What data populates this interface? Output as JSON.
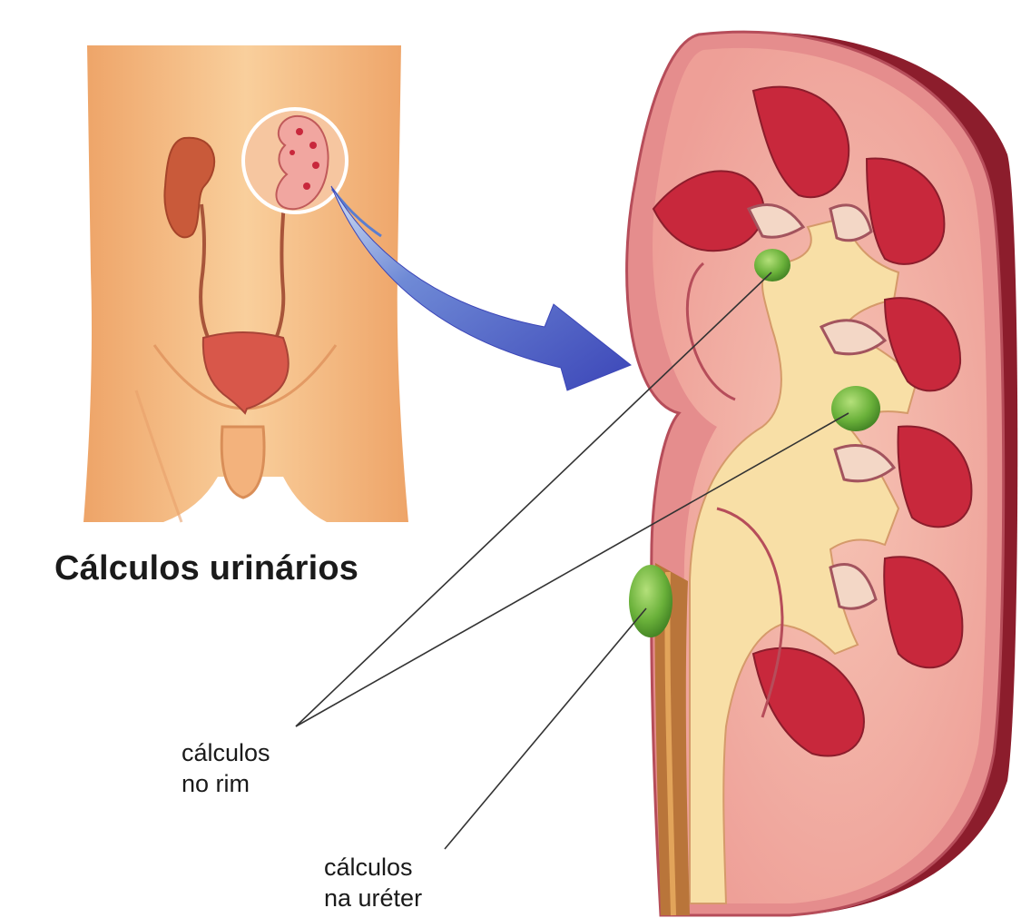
{
  "title": "Cálculos urinários",
  "labels": {
    "kidney_stones": [
      "cálculos",
      "no rim"
    ],
    "ureter_stones": [
      "cálculos",
      "na uréter"
    ]
  },
  "colors": {
    "skin": "#f5bd86",
    "kidney_outer": "#e98a8a",
    "cortex": "#f4b0a8",
    "medulla": "#c8283c",
    "pelvis": "#f6d9a0",
    "stone": "#6ab13a",
    "arrow": "#4a5cc4"
  }
}
